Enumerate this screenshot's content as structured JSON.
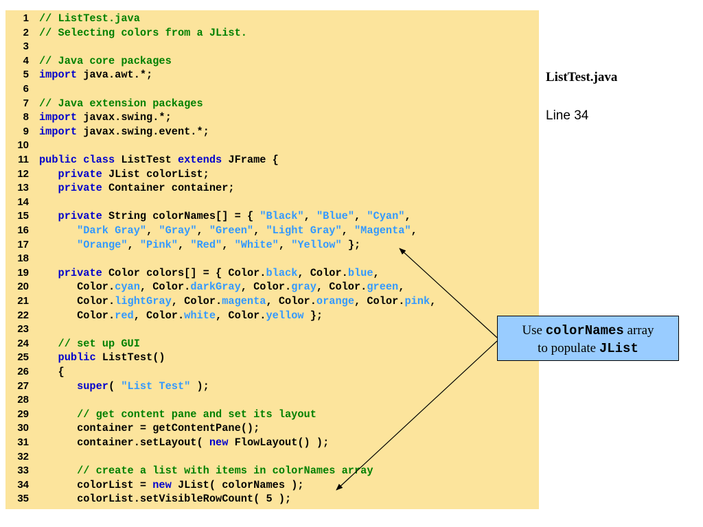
{
  "code_lines": [
    {
      "n": "1",
      "indent": "",
      "parts": [
        {
          "t": "// ListTest.java",
          "k": "comment"
        }
      ]
    },
    {
      "n": "2",
      "indent": "",
      "parts": [
        {
          "t": "// Selecting colors from a JList.",
          "k": "comment"
        }
      ]
    },
    {
      "n": "3",
      "indent": "",
      "parts": []
    },
    {
      "n": "4",
      "indent": "",
      "parts": [
        {
          "t": "// Java core packages",
          "k": "comment"
        }
      ]
    },
    {
      "n": "5",
      "indent": "",
      "parts": [
        {
          "t": "import",
          "k": "keyword"
        },
        {
          "t": " java.awt.*;",
          "k": "plain"
        }
      ]
    },
    {
      "n": "6",
      "indent": "",
      "parts": []
    },
    {
      "n": "7",
      "indent": "",
      "parts": [
        {
          "t": "// Java extension packages",
          "k": "comment"
        }
      ]
    },
    {
      "n": "8",
      "indent": "",
      "parts": [
        {
          "t": "import",
          "k": "keyword"
        },
        {
          "t": " javax.swing.*;",
          "k": "plain"
        }
      ]
    },
    {
      "n": "9",
      "indent": "",
      "parts": [
        {
          "t": "import",
          "k": "keyword"
        },
        {
          "t": " javax.swing.event.*;",
          "k": "plain"
        }
      ]
    },
    {
      "n": "10",
      "indent": "",
      "parts": []
    },
    {
      "n": "11",
      "indent": "",
      "parts": [
        {
          "t": "public class",
          "k": "keyword"
        },
        {
          "t": " ListTest ",
          "k": "plain"
        },
        {
          "t": "extends",
          "k": "keyword"
        },
        {
          "t": " JFrame {",
          "k": "plain"
        }
      ]
    },
    {
      "n": "12",
      "indent": "   ",
      "parts": [
        {
          "t": "private",
          "k": "keyword"
        },
        {
          "t": " JList colorList;",
          "k": "plain"
        }
      ]
    },
    {
      "n": "13",
      "indent": "   ",
      "parts": [
        {
          "t": "private",
          "k": "keyword"
        },
        {
          "t": " Container container;",
          "k": "plain"
        }
      ]
    },
    {
      "n": "14",
      "indent": "",
      "parts": []
    },
    {
      "n": "15",
      "indent": "   ",
      "parts": [
        {
          "t": "private",
          "k": "keyword"
        },
        {
          "t": " String colorNames[] = { ",
          "k": "plain"
        },
        {
          "t": "\"Black\"",
          "k": "string"
        },
        {
          "t": ", ",
          "k": "plain"
        },
        {
          "t": "\"Blue\"",
          "k": "string"
        },
        {
          "t": ", ",
          "k": "plain"
        },
        {
          "t": "\"Cyan\"",
          "k": "string"
        },
        {
          "t": ",",
          "k": "plain"
        }
      ]
    },
    {
      "n": "16",
      "indent": "      ",
      "parts": [
        {
          "t": "\"Dark Gray\"",
          "k": "string"
        },
        {
          "t": ", ",
          "k": "plain"
        },
        {
          "t": "\"Gray\"",
          "k": "string"
        },
        {
          "t": ", ",
          "k": "plain"
        },
        {
          "t": "\"Green\"",
          "k": "string"
        },
        {
          "t": ", ",
          "k": "plain"
        },
        {
          "t": "\"Light Gray\"",
          "k": "string"
        },
        {
          "t": ", ",
          "k": "plain"
        },
        {
          "t": "\"Magenta\"",
          "k": "string"
        },
        {
          "t": ",",
          "k": "plain"
        }
      ]
    },
    {
      "n": "17",
      "indent": "      ",
      "parts": [
        {
          "t": "\"Orange\"",
          "k": "string"
        },
        {
          "t": ", ",
          "k": "plain"
        },
        {
          "t": "\"Pink\"",
          "k": "string"
        },
        {
          "t": ", ",
          "k": "plain"
        },
        {
          "t": "\"Red\"",
          "k": "string"
        },
        {
          "t": ", ",
          "k": "plain"
        },
        {
          "t": "\"White\"",
          "k": "string"
        },
        {
          "t": ", ",
          "k": "plain"
        },
        {
          "t": "\"Yellow\"",
          "k": "string"
        },
        {
          "t": " };",
          "k": "plain"
        }
      ]
    },
    {
      "n": "18",
      "indent": "",
      "parts": []
    },
    {
      "n": "19",
      "indent": "   ",
      "parts": [
        {
          "t": "private",
          "k": "keyword"
        },
        {
          "t": " Color colors[] = { Color.",
          "k": "plain"
        },
        {
          "t": "black",
          "k": "field"
        },
        {
          "t": ", Color.",
          "k": "plain"
        },
        {
          "t": "blue",
          "k": "field"
        },
        {
          "t": ",",
          "k": "plain"
        }
      ]
    },
    {
      "n": "20",
      "indent": "      ",
      "parts": [
        {
          "t": "Color.",
          "k": "plain"
        },
        {
          "t": "cyan",
          "k": "field"
        },
        {
          "t": ", Color.",
          "k": "plain"
        },
        {
          "t": "darkGray",
          "k": "field"
        },
        {
          "t": ", Color.",
          "k": "plain"
        },
        {
          "t": "gray",
          "k": "field"
        },
        {
          "t": ", Color.",
          "k": "plain"
        },
        {
          "t": "green",
          "k": "field"
        },
        {
          "t": ",",
          "k": "plain"
        }
      ]
    },
    {
      "n": "21",
      "indent": "      ",
      "parts": [
        {
          "t": "Color.",
          "k": "plain"
        },
        {
          "t": "lightGray",
          "k": "field"
        },
        {
          "t": ", Color.",
          "k": "plain"
        },
        {
          "t": "magenta",
          "k": "field"
        },
        {
          "t": ", Color.",
          "k": "plain"
        },
        {
          "t": "orange",
          "k": "field"
        },
        {
          "t": ", Color.",
          "k": "plain"
        },
        {
          "t": "pink",
          "k": "field"
        },
        {
          "t": ",",
          "k": "plain"
        }
      ]
    },
    {
      "n": "22",
      "indent": "      ",
      "parts": [
        {
          "t": "Color.",
          "k": "plain"
        },
        {
          "t": "red",
          "k": "field"
        },
        {
          "t": ", Color.",
          "k": "plain"
        },
        {
          "t": "white",
          "k": "field"
        },
        {
          "t": ", Color.",
          "k": "plain"
        },
        {
          "t": "yellow",
          "k": "field"
        },
        {
          "t": " };",
          "k": "plain"
        }
      ]
    },
    {
      "n": "23",
      "indent": "",
      "parts": []
    },
    {
      "n": "24",
      "indent": "   ",
      "parts": [
        {
          "t": "// set up GUI",
          "k": "comment"
        }
      ]
    },
    {
      "n": "25",
      "indent": "   ",
      "parts": [
        {
          "t": "public",
          "k": "keyword"
        },
        {
          "t": " ListTest()",
          "k": "plain"
        }
      ]
    },
    {
      "n": "26",
      "indent": "   ",
      "parts": [
        {
          "t": "{",
          "k": "plain"
        }
      ]
    },
    {
      "n": "27",
      "indent": "      ",
      "parts": [
        {
          "t": "super",
          "k": "keyword"
        },
        {
          "t": "( ",
          "k": "plain"
        },
        {
          "t": "\"List Test\"",
          "k": "string"
        },
        {
          "t": " );",
          "k": "plain"
        }
      ]
    },
    {
      "n": "28",
      "indent": "",
      "parts": []
    },
    {
      "n": "29",
      "indent": "      ",
      "parts": [
        {
          "t": "// get content pane and set its layout",
          "k": "comment"
        }
      ]
    },
    {
      "n": "30",
      "indent": "      ",
      "parts": [
        {
          "t": "container = getContentPane();",
          "k": "plain"
        }
      ]
    },
    {
      "n": "31",
      "indent": "      ",
      "parts": [
        {
          "t": "container.setLayout( ",
          "k": "plain"
        },
        {
          "t": "new",
          "k": "keyword"
        },
        {
          "t": " FlowLayout() );",
          "k": "plain"
        }
      ]
    },
    {
      "n": "32",
      "indent": "",
      "parts": []
    },
    {
      "n": "33",
      "indent": "      ",
      "parts": [
        {
          "t": "// create a list with items in colorNames array",
          "k": "comment"
        }
      ]
    },
    {
      "n": "34",
      "indent": "      ",
      "parts": [
        {
          "t": "colorList = ",
          "k": "plain"
        },
        {
          "t": "new",
          "k": "keyword"
        },
        {
          "t": " JList( colorNames );",
          "k": "plain"
        }
      ]
    },
    {
      "n": "35",
      "indent": "      ",
      "parts": [
        {
          "t": "colorList.setVisibleRowCount( 5 );",
          "k": "plain"
        }
      ]
    }
  ],
  "side": {
    "file_title": "ListTest.java",
    "line_ref": "Line 34"
  },
  "callout": {
    "part1": "Use ",
    "code1": "colorNames",
    "part2": " array",
    "part3": "to populate ",
    "code2": "JList"
  },
  "colors": {
    "panel": "#fce49c",
    "comment": "#008000",
    "keyword": "#0000cc",
    "string": "#3399ff",
    "callout_bg": "#99ccff"
  }
}
